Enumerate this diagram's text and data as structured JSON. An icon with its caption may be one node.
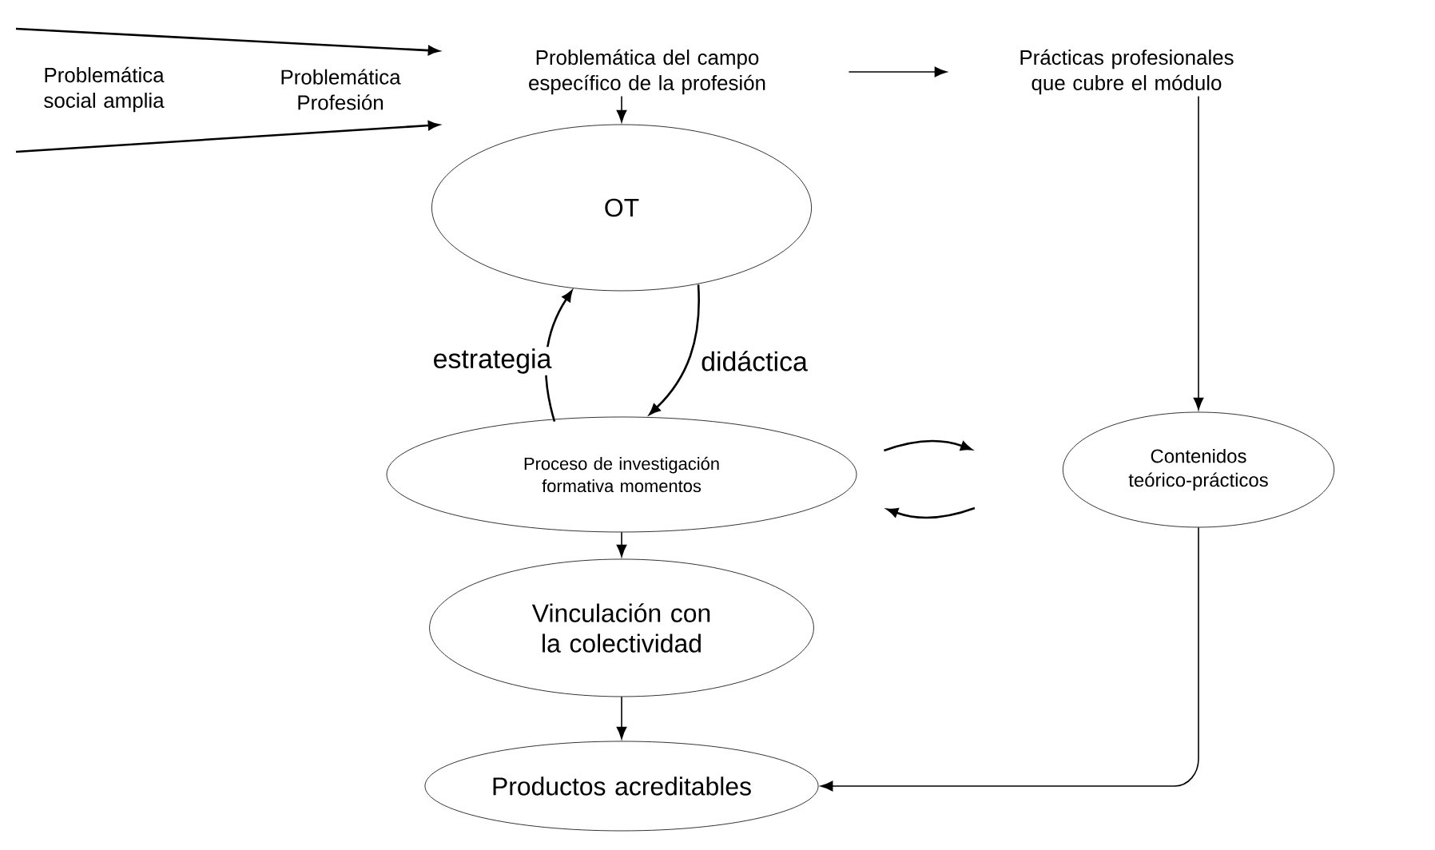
{
  "diagram": {
    "nodes": [
      {
        "text": [
          "Problemática del campo específico de la profesión"
        ]
      },
      {
        "text": [
          "Prácticas profesionales que cubre el módulo"
        ]
      },
      {
        "text": [
          "OT"
        ]
      },
      {
        "text": [
          "Proceso de investigación formativa momentos"
        ]
      },
      {
        "text": [
          "Contenidos teórico-prácticos"
        ]
      },
      {
        "text": [
          "Vinculación con la colectividad"
        ]
      },
      {
        "text": [
          "Productos acreditables"
        ]
      }
    ],
    "edges": [
      {
        "from": null,
        "to": 0,
        "arrow": "to"
      },
      {
        "from": null,
        "to": 0,
        "arrow": "to"
      },
      {
        "from": 0,
        "to": 2,
        "arrow": "to"
      },
      {
        "from": 0,
        "to": 1,
        "arrow": "to"
      },
      {
        "from": 1,
        "to": 4,
        "arrow": "to"
      },
      {
        "from": 3,
        "to": 2,
        "arrow": "to",
        "label": "estrategia"
      },
      {
        "from": 2,
        "to": 3,
        "arrow": "to",
        "label": "didáctica"
      },
      {
        "from": 3,
        "to": 4,
        "arrow": "to"
      },
      {
        "from": 4,
        "to": 3,
        "arrow": "to"
      },
      {
        "from": 3,
        "to": 5,
        "arrow": "to"
      },
      {
        "from": 5,
        "to": 6,
        "arrow": "to"
      },
      {
        "from": 4,
        "to": 6,
        "arrow": "to"
      }
    ],
    "labels": [
      "Problemática social amplia",
      "Problemática Profesión"
    ]
  }
}
